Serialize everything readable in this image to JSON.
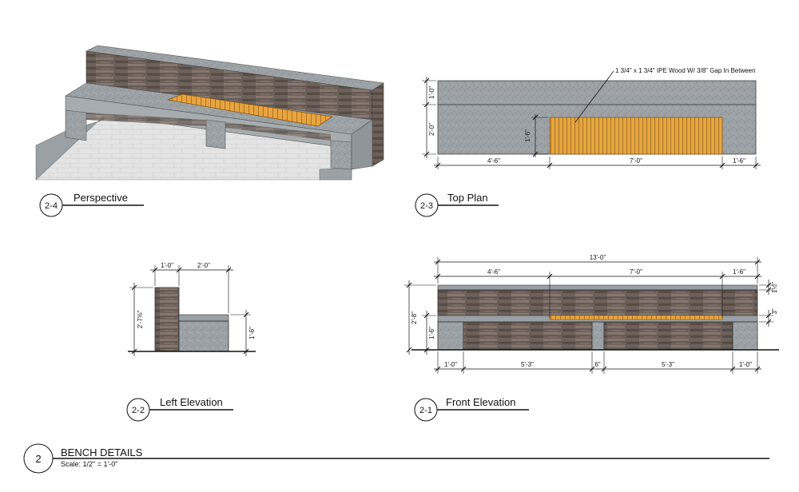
{
  "sheet": {
    "number": "2",
    "title": "BENCH DETAILS",
    "scale": "Scale: 1/2\" = 1'-0\""
  },
  "views": {
    "perspective": {
      "tag": "2-4",
      "title": "Perspective"
    },
    "top_plan": {
      "tag": "2-3",
      "title": "Top Plan",
      "note": "1 3/4\" x 1 3/4\" IPE Wood W/ 3/8\" Gap In Between",
      "dims": {
        "left": "4'-6\"",
        "middle": "7'-0\"",
        "right": "1'-6\"",
        "v_top": "1'-0\"",
        "v_total": "2'-0\"",
        "v_wood": "1'-6\""
      }
    },
    "left_elevation": {
      "tag": "2-2",
      "title": "Left Elevation",
      "dims": {
        "top_a": "1'-0\"",
        "top_b": "2'-0\"",
        "height": "2'-7⅝\"",
        "seat": "1'-6\""
      }
    },
    "front_elevation": {
      "tag": "2-1",
      "title": "Front Elevation",
      "dims": {
        "overall": "13'-0\"",
        "top_a": "4'-6\"",
        "top_b": "7'-0\"",
        "top_c": "1'-6\"",
        "bot_a": "1'-0\"",
        "bot_b": "5'-3\"",
        "bot_c": "6\"",
        "bot_d": "5'-3\"",
        "bot_e": "1'-0\"",
        "left_total": "2'-8\"",
        "left_seat": "1'-6\"",
        "right_cap": "1½\"",
        "right_wood": "3\""
      }
    }
  },
  "colors": {
    "stone": "#8f9598",
    "stone_light": "#b3b8bb",
    "wood": "#e3a43c",
    "slate": "#6e625c",
    "line": "#111111"
  }
}
